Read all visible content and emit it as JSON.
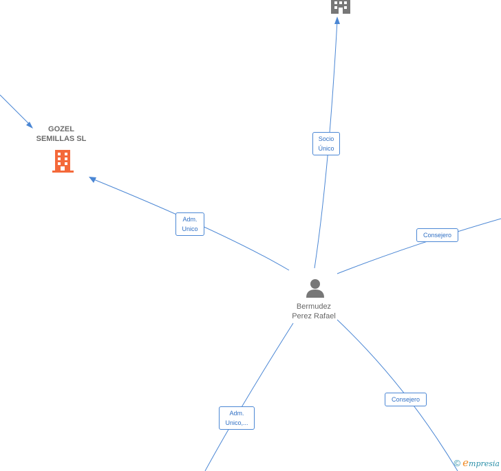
{
  "nodes": {
    "company_main": {
      "label_line1": "GOZEL",
      "label_line2": "SEMILLAS  SL",
      "icon": "building-icon",
      "color": "#f4693a"
    },
    "company_top": {
      "icon": "building-icon",
      "color": "#777777"
    },
    "person": {
      "label_line1": "Bermudez",
      "label_line2": "Perez Rafael",
      "icon": "person-icon",
      "color": "#777777"
    }
  },
  "edges": [
    {
      "id": "adm-unico",
      "line1": "Adm.",
      "line2": "Unico"
    },
    {
      "id": "socio-unico",
      "line1": "Socio",
      "line2": "Único"
    },
    {
      "id": "consejero-right",
      "line1": "Consejero"
    },
    {
      "id": "consejero-bottom",
      "line1": "Consejero"
    },
    {
      "id": "adm-unico-2",
      "line1": "Adm.",
      "line2": "Unico,..."
    }
  ],
  "footer": {
    "copyright": "©",
    "brand_initial": "e",
    "brand_rest": "mpresia"
  },
  "colors": {
    "edge": "#4a86d4",
    "highlight_company": "#f4693a",
    "neutral_icon": "#777777"
  }
}
